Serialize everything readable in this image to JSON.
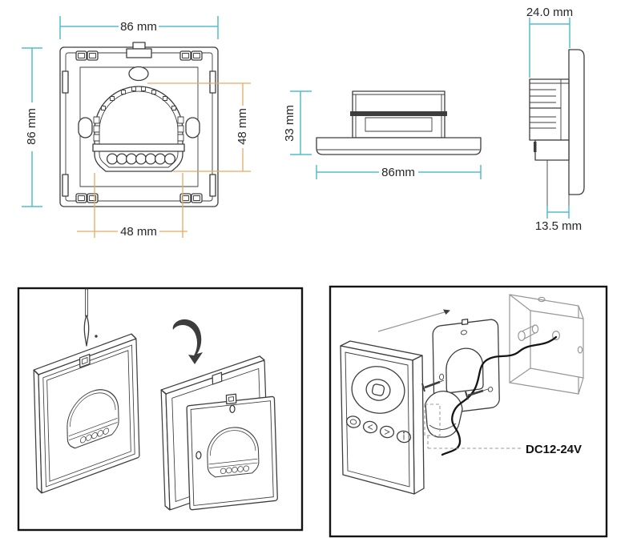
{
  "colors": {
    "dimension_line": "#55bccd",
    "reference_line": "#e9a964",
    "drawing_line": "#3d3d3d",
    "soft_line": "#969696",
    "frame_border": "#141414",
    "label_text": "#262626",
    "wire_color": "#141414",
    "background": "#ffffff"
  },
  "front_view": {
    "width_label": "86 mm",
    "height_label": "86 mm",
    "inner_width_label": "48 mm",
    "inner_height_label": "48 mm"
  },
  "side_view": {
    "height_label": "33 mm",
    "width_label": "86mm"
  },
  "profile_view": {
    "depth_label": "24.0 mm",
    "recess_label": "13.5 mm"
  },
  "installation": {
    "power_label": "DC12-24V"
  }
}
